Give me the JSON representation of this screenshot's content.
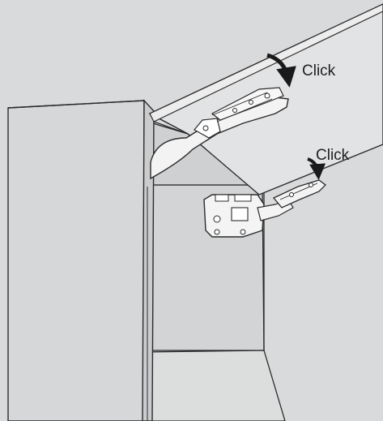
{
  "illustration": {
    "callouts": [
      {
        "id": "upper-hinge",
        "text": "Click"
      },
      {
        "id": "lower-hinge",
        "text": "Click"
      }
    ]
  },
  "colors": {
    "background": "#d9dadb",
    "cabinet_front": "#dadbdc",
    "cabinet_interior": "#d5d6d7",
    "door_panel": "#e3e4e5",
    "line": "#2b2b2b",
    "hardware": "#f4f4f4"
  }
}
